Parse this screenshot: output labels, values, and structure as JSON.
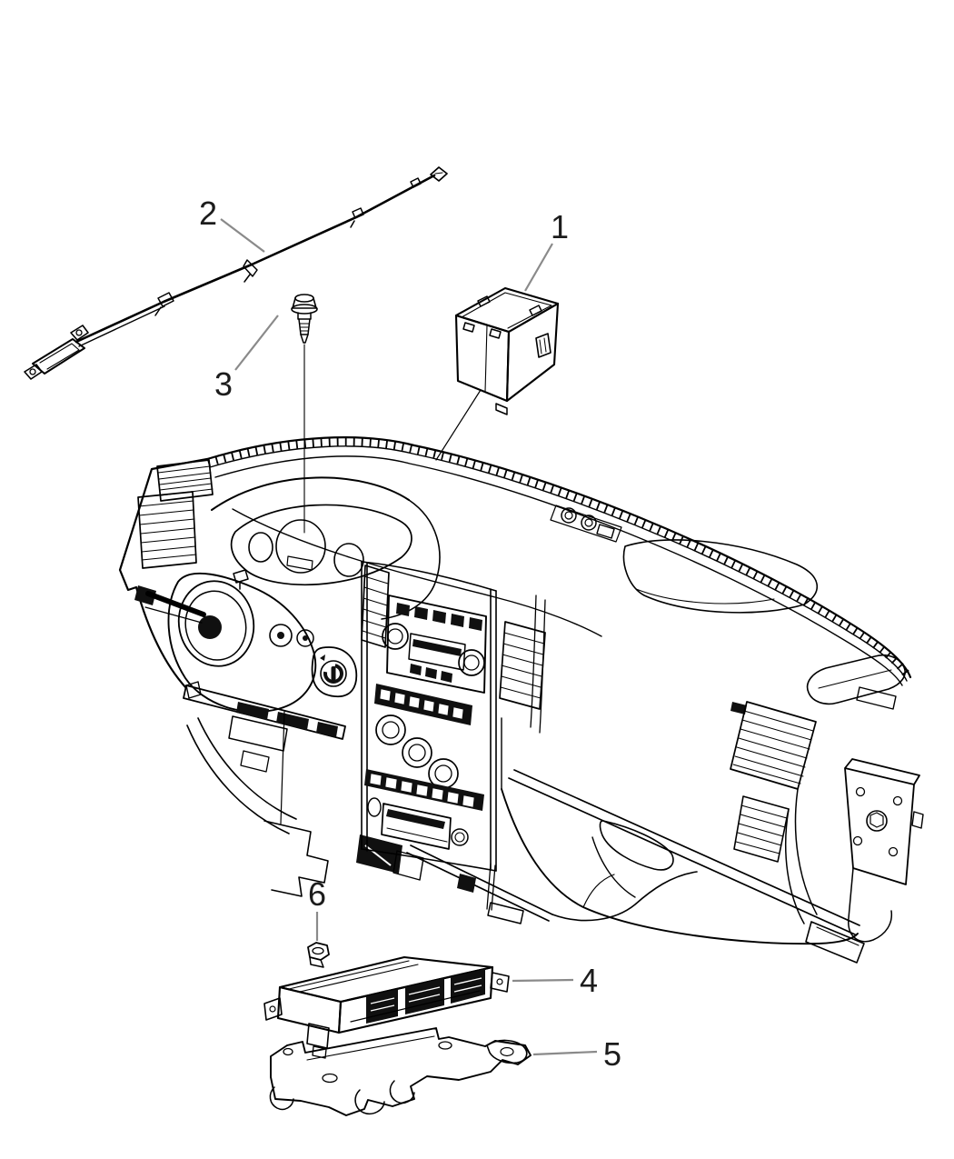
{
  "figure": {
    "kind": "exploded-parts-diagram",
    "background_color": "#ffffff",
    "line_color": "#000000",
    "leader_line_color": "#8a8a8a",
    "label_color": "#1c1c1c",
    "callouts": [
      {
        "number": "1",
        "part": "module-storage-bin-box"
      },
      {
        "number": "2",
        "part": "antenna-cable-assembly"
      },
      {
        "number": "3",
        "part": "mounting-screw"
      },
      {
        "number": "4",
        "part": "electronic-control-module"
      },
      {
        "number": "5",
        "part": "module-mounting-bracket"
      },
      {
        "number": "6",
        "part": "mounting-nut"
      }
    ]
  }
}
